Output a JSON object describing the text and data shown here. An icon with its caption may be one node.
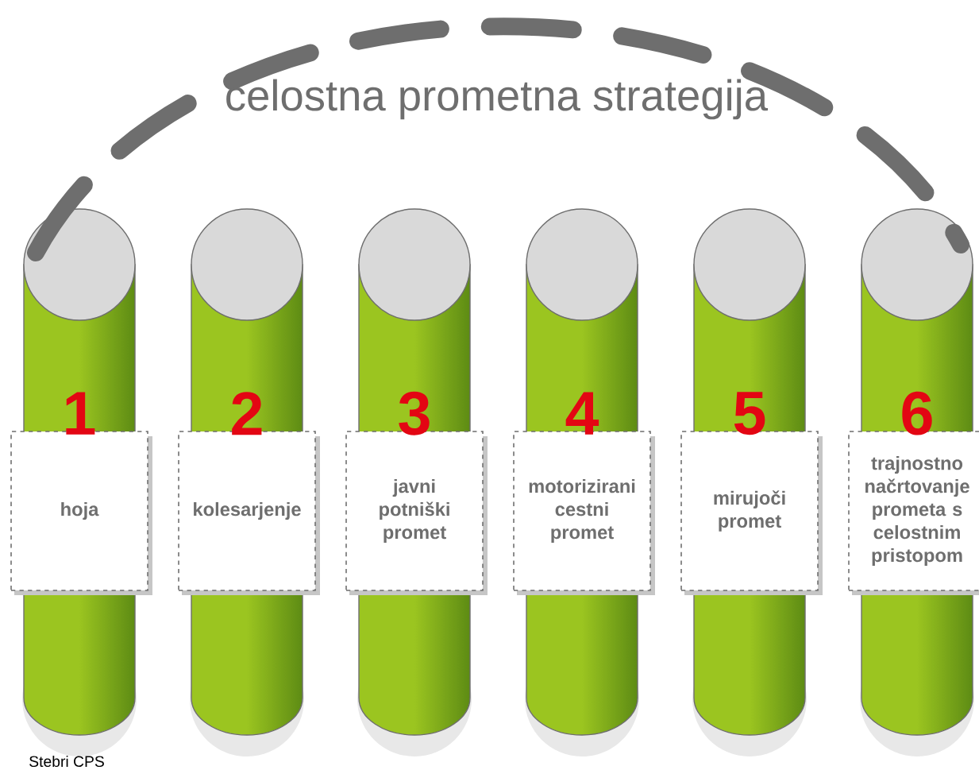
{
  "diagram": {
    "title": "celostna prometna strategija",
    "caption": "Stebri CPS",
    "nodes": [
      {
        "text": [
          "1",
          "hoja"
        ]
      },
      {
        "text": [
          "2",
          "kolesarjenje"
        ]
      },
      {
        "text": [
          "3",
          "javni potniški promet"
        ]
      },
      {
        "text": [
          "4",
          "motorizirani cestni promet"
        ]
      },
      {
        "text": [
          "5",
          "mirujoči promet"
        ]
      },
      {
        "text": [
          "6",
          "trajnostno načrtovanje prometa s celostnim pristopom"
        ]
      }
    ]
  }
}
